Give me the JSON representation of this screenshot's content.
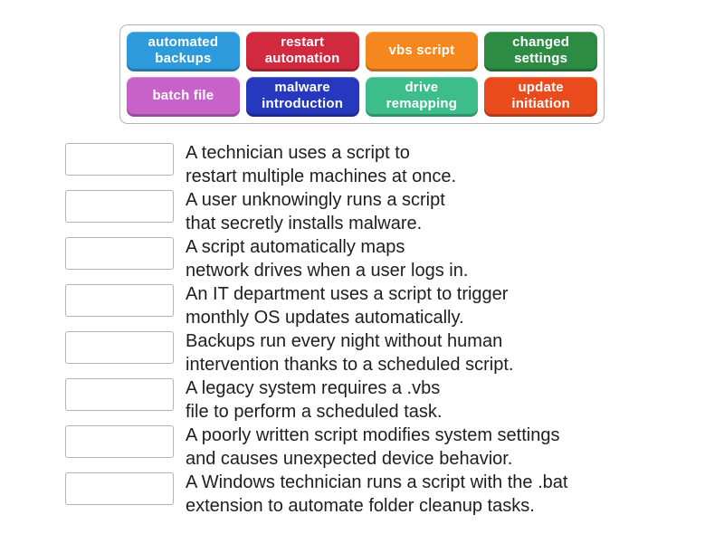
{
  "word_bank": {
    "tiles": [
      {
        "label": "automated backups",
        "color": "#2d9bdb"
      },
      {
        "label": "restart automation",
        "color": "#d1293d"
      },
      {
        "label": "vbs script",
        "color": "#f6871f"
      },
      {
        "label": "changed settings",
        "color": "#2e8b44"
      },
      {
        "label": "batch file",
        "color": "#c862c8"
      },
      {
        "label": "malware introduction",
        "color": "#2639be"
      },
      {
        "label": "drive remapping",
        "color": "#3dbd8b"
      },
      {
        "label": "update initiation",
        "color": "#e94b1c"
      }
    ]
  },
  "questions": [
    {
      "line1": "A technician uses a script to",
      "line2": "restart multiple machines at once."
    },
    {
      "line1": "A user unknowingly runs a script",
      "line2": "that secretly installs malware."
    },
    {
      "line1": "A script automatically maps",
      "line2": "network drives when a user logs in."
    },
    {
      "line1": "An IT department uses a script to trigger",
      "line2": "monthly OS updates automatically."
    },
    {
      "line1": "Backups run every night without human",
      "line2": "intervention thanks to a scheduled script."
    },
    {
      "line1": "A legacy system requires a .vbs",
      "line2": "file to perform a scheduled task."
    },
    {
      "line1": "A poorly written script modifies system settings",
      "line2": "and causes unexpected device behavior."
    },
    {
      "line1": "A Windows technician runs a script with the .bat",
      "line2": "extension to automate folder cleanup tasks."
    }
  ]
}
